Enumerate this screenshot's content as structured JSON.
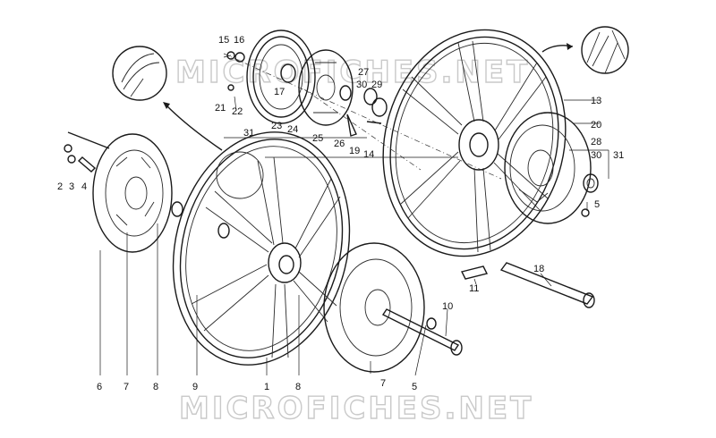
{
  "watermark": {
    "top": "MICROFICHES.NET",
    "bottom": "MICROFICHES.NET"
  },
  "labels": {
    "l15": "15",
    "l16": "16",
    "l21": "21",
    "l22": "22",
    "l17": "17",
    "l23": "23",
    "l24": "24",
    "l31a": "31",
    "l25": "25",
    "l27": "27",
    "l30a": "30",
    "l29": "29",
    "l26": "26",
    "l19": "19",
    "l14": "14",
    "l13": "13",
    "l20": "20",
    "l28": "28",
    "l30b": "30",
    "l31b": "31",
    "l5a": "5",
    "l2": "2",
    "l3": "3",
    "l4": "4",
    "l6": "6",
    "l7a": "7",
    "l8a": "8",
    "l9": "9",
    "l1": "1",
    "l8b": "8",
    "l7b": "7",
    "l5b": "5",
    "l10": "10",
    "l11": "11",
    "l18": "18"
  }
}
